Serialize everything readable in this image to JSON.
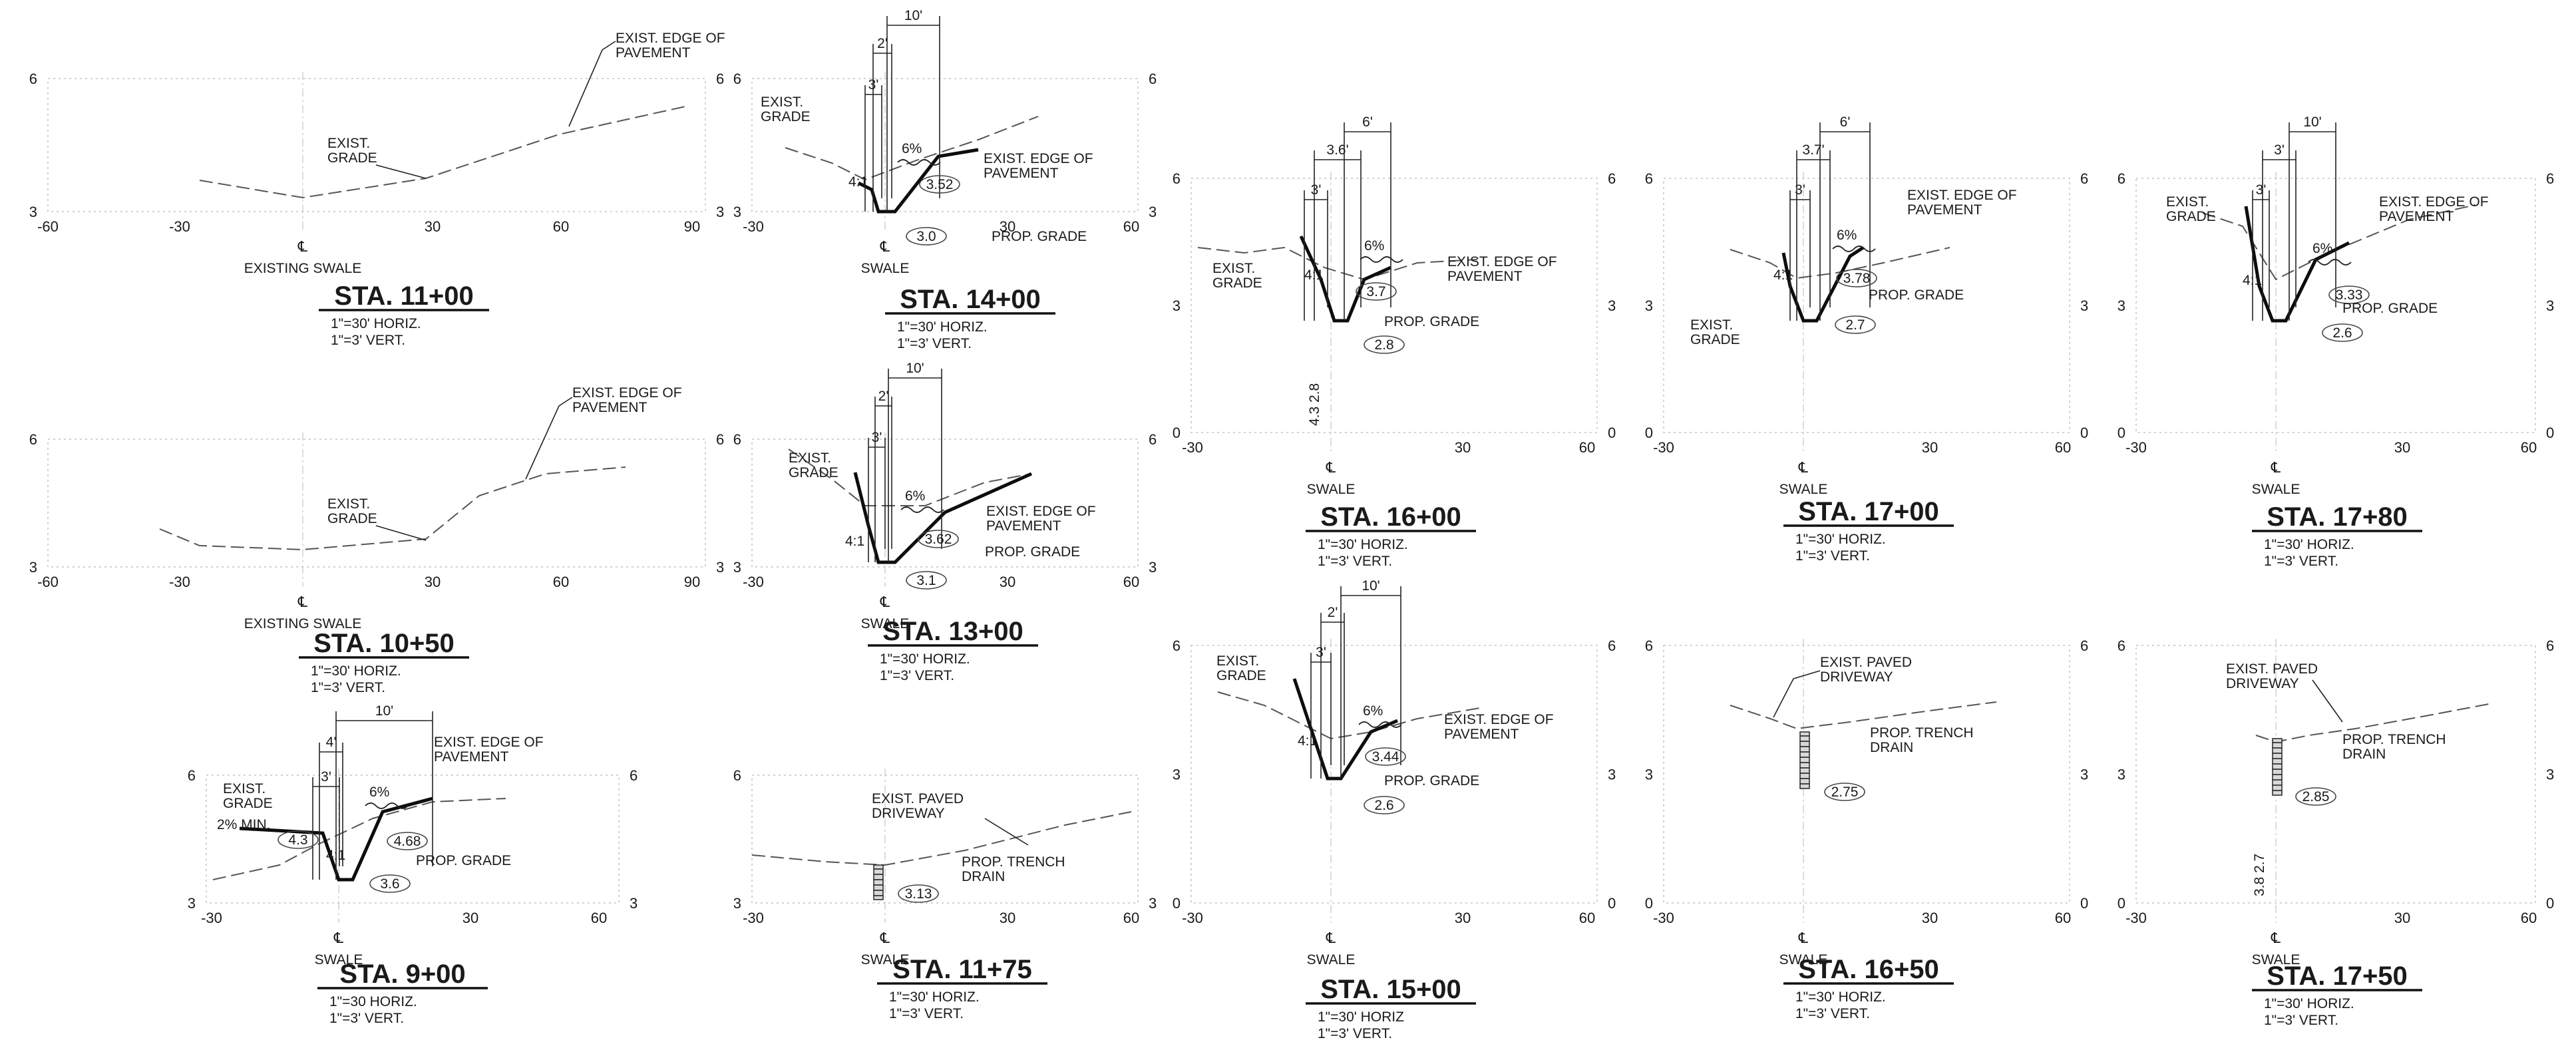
{
  "stations": [
    {
      "id": "s1100",
      "title": "STA. 11+00",
      "scale_h": "1\"=30' HORIZ.",
      "scale_v": "1\"=3' VERT.",
      "cl_label": "EXISTING SWALE",
      "x_ticks": [
        "-60",
        "-30",
        "30",
        "60",
        "90"
      ],
      "y_left": [
        "6",
        "3"
      ],
      "y_right": [
        "6",
        "3"
      ],
      "labels": {
        "grade": "EXIST.\nGRADE",
        "pavement": "EXIST. EDGE OF\nPAVEMENT"
      }
    },
    {
      "id": "s1050",
      "title": "STA. 10+50",
      "scale_h": "1\"=30' HORIZ.",
      "scale_v": "1\"=3' VERT.",
      "cl_label": "EXISTING SWALE",
      "x_ticks": [
        "-60",
        "-30",
        "30",
        "60",
        "90"
      ],
      "y_left": [
        "6",
        "3"
      ],
      "y_right": [
        "6",
        "3"
      ],
      "labels": {
        "grade": "EXIST.\nGRADE",
        "pavement": "EXIST. EDGE OF\nPAVEMENT"
      }
    },
    {
      "id": "s900",
      "title": "STA. 9+00",
      "scale_h": "1\"=30 HORIZ.",
      "scale_v": "1\"=3' VERT.",
      "cl_label": "SWALE",
      "x_ticks": [
        "-30",
        "30",
        "60"
      ],
      "y_left": [
        "6",
        "3"
      ],
      "y_right": [
        "6",
        "3"
      ],
      "labels": {
        "grade": "EXIST.\nGRADE",
        "pavement": "EXIST. EDGE OF\nPAVEMENT",
        "prop": "PROP. GRADE",
        "min": "2% MIN.",
        "dim_top": "10'",
        "dim_a": "4'",
        "dim_b": "3'",
        "slope": "4:1",
        "pct": "6%",
        "oval_l": "4.3",
        "oval_r": "4.68",
        "oval_b": "3.6"
      }
    },
    {
      "id": "s1400",
      "title": "STA. 14+00",
      "scale_h": "1\"=30' HORIZ.",
      "scale_v": "1\"=3' VERT.",
      "cl_label": "SWALE",
      "x_ticks": [
        "-30",
        "30",
        "60"
      ],
      "y_left": [
        "6",
        "3"
      ],
      "y_right": [
        "6",
        "3"
      ],
      "labels": {
        "grade": "EXIST.\nGRADE",
        "pavement": "EXIST. EDGE OF\nPAVEMENT",
        "prop": "PROP. GRADE",
        "dim_top": "10'",
        "dim_a": "2'",
        "dim_b": "3'",
        "slope": "4:1",
        "pct": "6%",
        "oval_r": "3.52",
        "oval_b": "3.0"
      }
    },
    {
      "id": "s1300",
      "title": "STA. 13+00",
      "scale_h": "1\"=30' HORIZ.",
      "scale_v": "1\"=3' VERT.",
      "cl_label": "SWALE",
      "x_ticks": [
        "-30",
        "30",
        "60"
      ],
      "y_left": [
        "6",
        "3"
      ],
      "y_right": [
        "6",
        "3"
      ],
      "labels": {
        "grade": "EXIST.\nGRADE",
        "pavement": "EXIST. EDGE OF\nPAVEMENT",
        "prop": "PROP. GRADE",
        "dim_top": "10'",
        "dim_a": "2'",
        "dim_b": "3'",
        "slope": "4:1",
        "pct": "6%",
        "oval_r": "3.62",
        "oval_b": "3.1"
      }
    },
    {
      "id": "s1175",
      "title": "STA. 11+75",
      "scale_h": "1\"=30' HORIZ.",
      "scale_v": "1\"=3' VERT.",
      "cl_label": "SWALE",
      "x_ticks": [
        "-30",
        "30",
        "60"
      ],
      "y_left": [
        "6",
        "3"
      ],
      "y_right": [
        "3"
      ],
      "labels": {
        "driveway": "EXIST. PAVED\nDRIVEWAY",
        "trench": "PROP. TRENCH\nDRAIN",
        "oval": "3.13"
      }
    },
    {
      "id": "s1600",
      "title": "STA. 16+00",
      "scale_h": "1\"=30' HORIZ.",
      "scale_v": "1\"=3' VERT.",
      "cl_label": "SWALE",
      "x_ticks": [
        "-30",
        "30",
        "60"
      ],
      "y_left": [
        "6",
        "3",
        "0"
      ],
      "y_right": [
        "6",
        "3",
        "0"
      ],
      "labels": {
        "grade": "EXIST.\nGRADE",
        "pavement": "EXIST. EDGE OF\nPAVEMENT",
        "prop": "PROP. GRADE",
        "dim_top": "6'",
        "dim_a": "3.6'",
        "dim_b": "3'",
        "slope": "4:1",
        "pct": "6%",
        "oval_r": "3.7",
        "oval_b": "2.8",
        "vert": "4.3  2.8"
      }
    },
    {
      "id": "s1700",
      "title": "STA. 17+00",
      "scale_h": "1\"=30' HORIZ.",
      "scale_v": "1\"=3' VERT.",
      "cl_label": "SWALE",
      "x_ticks": [
        "-30",
        "30",
        "60"
      ],
      "y_left": [
        "6",
        "3",
        "0"
      ],
      "y_right": [
        "6",
        "3",
        "0"
      ],
      "labels": {
        "grade": "EXIST.\nGRADE",
        "pavement": "EXIST. EDGE OF\nPAVEMENT",
        "prop": "PROP. GRADE",
        "dim_top": "6'",
        "dim_a": "3.7'",
        "dim_b": "3'",
        "slope": "4:1",
        "pct": "6%",
        "oval_r": "3.78",
        "oval_b": "2.7"
      }
    },
    {
      "id": "s1780",
      "title": "STA. 17+80",
      "scale_h": "1\"=30' HORIZ.",
      "scale_v": "1\"=3' VERT.",
      "cl_label": "SWALE",
      "x_ticks": [
        "-30",
        "30",
        "60"
      ],
      "y_left": [
        "6",
        "3",
        "0"
      ],
      "y_right": [
        "6",
        "3",
        "0"
      ],
      "labels": {
        "grade": "EXIST.\nGRADE",
        "pavement": "EXIST. EDGE OF\nPAVEMENT",
        "prop": "PROP. GRADE",
        "dim_top": "10'",
        "dim_a": "3'",
        "dim_b": "3'",
        "slope": "4:1",
        "pct": "6%",
        "oval_r": "3.33",
        "oval_b": "2.6"
      }
    },
    {
      "id": "s1500",
      "title": "STA. 15+00",
      "scale_h": "1\"=30' HORIZ",
      "scale_v": "1\"=3' VERT.",
      "cl_label": "SWALE",
      "x_ticks": [
        "-30",
        "30",
        "60"
      ],
      "y_left": [
        "6",
        "3",
        "0"
      ],
      "y_right": [
        "6",
        "3",
        "0"
      ],
      "labels": {
        "grade": "EXIST.\nGRADE",
        "pavement": "EXIST. EDGE OF\nPAVEMENT",
        "prop": "PROP. GRADE",
        "dim_top": "10'",
        "dim_a": "2'",
        "dim_b": "3'",
        "slope": "4:1",
        "pct": "6%",
        "oval_r": "3.44",
        "oval_b": "2.6"
      }
    },
    {
      "id": "s1650",
      "title": "STA. 16+50",
      "scale_h": "1\"=30' HORIZ.",
      "scale_v": "1\"=3' VERT.",
      "cl_label": "SWALE",
      "x_ticks": [
        "-30",
        "30",
        "60"
      ],
      "y_left": [
        "6",
        "3",
        "0"
      ],
      "y_right": [
        "6",
        "3",
        "0"
      ],
      "labels": {
        "driveway": "EXIST. PAVED\nDRIVEWAY",
        "trench": "PROP. TRENCH\nDRAIN",
        "oval": "2.75"
      }
    },
    {
      "id": "s1750",
      "title": "STA. 17+50",
      "scale_h": "1\"=30' HORIZ.",
      "scale_v": "1\"=3' VERT.",
      "cl_label": "SWALE",
      "x_ticks": [
        "-30",
        "30",
        "60"
      ],
      "y_left": [
        "6",
        "3",
        "0"
      ],
      "y_right": [
        "6",
        "3",
        "0"
      ],
      "labels": {
        "driveway": "EXIST. PAVED\nDRIVEWAY",
        "trench": "PROP. TRENCH\nDRAIN",
        "oval": "2.85",
        "vert": "3.8  2.7"
      }
    }
  ]
}
